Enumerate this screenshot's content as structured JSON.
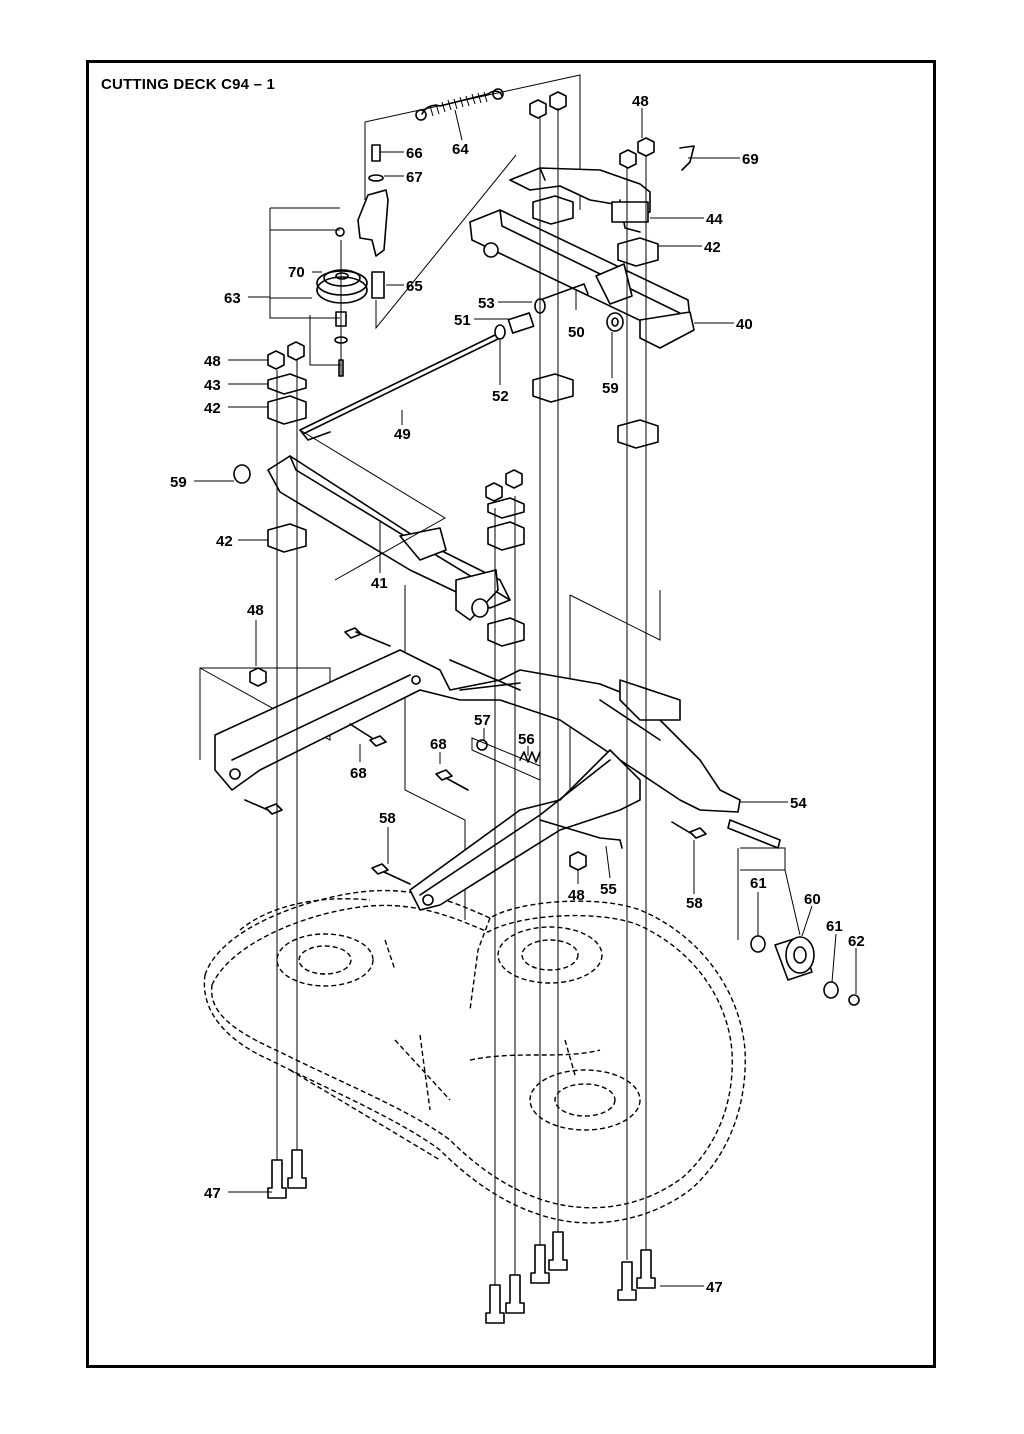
{
  "title": "CUTTING DECK C94 – 1",
  "part_labels": [
    {
      "id": "l64",
      "text": "64"
    },
    {
      "id": "l66",
      "text": "66"
    },
    {
      "id": "l67",
      "text": "67"
    },
    {
      "id": "l48a",
      "text": "48"
    },
    {
      "id": "l69",
      "text": "69"
    },
    {
      "id": "l44",
      "text": "44"
    },
    {
      "id": "l42a",
      "text": "42"
    },
    {
      "id": "l70",
      "text": "70"
    },
    {
      "id": "l65",
      "text": "65"
    },
    {
      "id": "l63",
      "text": "63"
    },
    {
      "id": "l53",
      "text": "53"
    },
    {
      "id": "l51",
      "text": "51"
    },
    {
      "id": "l50",
      "text": "50"
    },
    {
      "id": "l40",
      "text": "40"
    },
    {
      "id": "l48b",
      "text": "48"
    },
    {
      "id": "l52",
      "text": "52"
    },
    {
      "id": "l59a",
      "text": "59"
    },
    {
      "id": "l43",
      "text": "43"
    },
    {
      "id": "l42b",
      "text": "42"
    },
    {
      "id": "l49",
      "text": "49"
    },
    {
      "id": "l59b",
      "text": "59"
    },
    {
      "id": "l42c",
      "text": "42"
    },
    {
      "id": "l41",
      "text": "41"
    },
    {
      "id": "l48c",
      "text": "48"
    },
    {
      "id": "l57",
      "text": "57"
    },
    {
      "id": "l68a",
      "text": "68"
    },
    {
      "id": "l56",
      "text": "56"
    },
    {
      "id": "l68b",
      "text": "68"
    },
    {
      "id": "l54",
      "text": "54"
    },
    {
      "id": "l58a",
      "text": "58"
    },
    {
      "id": "l48d",
      "text": "48"
    },
    {
      "id": "l55",
      "text": "55"
    },
    {
      "id": "l58b",
      "text": "58"
    },
    {
      "id": "l61a",
      "text": "61"
    },
    {
      "id": "l60",
      "text": "60"
    },
    {
      "id": "l61b",
      "text": "61"
    },
    {
      "id": "l62",
      "text": "62"
    },
    {
      "id": "l47a",
      "text": "47"
    },
    {
      "id": "l47b",
      "text": "47"
    }
  ]
}
